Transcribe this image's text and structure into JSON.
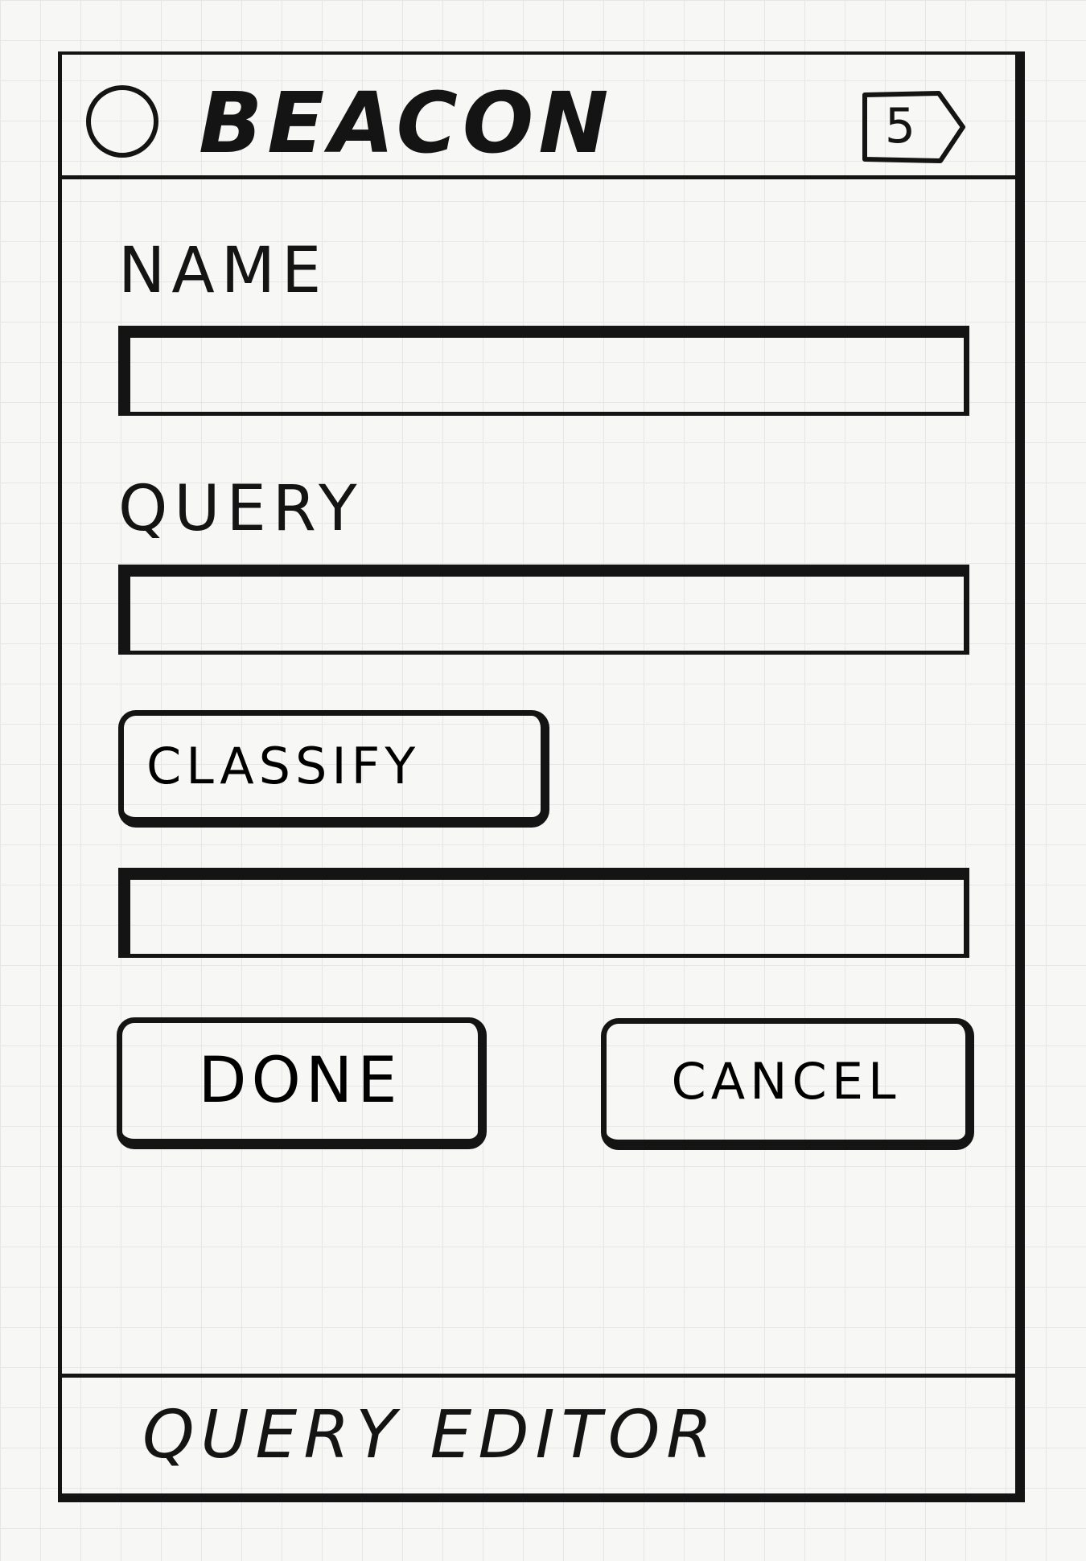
{
  "header": {
    "title": "BEACON",
    "badge_count": "5",
    "app_icon": "circle-icon",
    "badge_icon": "tag-shape-icon"
  },
  "form": {
    "name_label": "NAME",
    "name_value": "",
    "query_label": "QUERY",
    "query_value": "",
    "classify_label": "CLASSIFY",
    "result_value": ""
  },
  "actions": {
    "done_label": "DONE",
    "cancel_label": "CANCEL"
  },
  "footer": {
    "title": "QUERY EDITOR"
  },
  "colors": {
    "ink": "#141414",
    "paper": "#f7f7f6",
    "grid": "#e6e6e6"
  }
}
